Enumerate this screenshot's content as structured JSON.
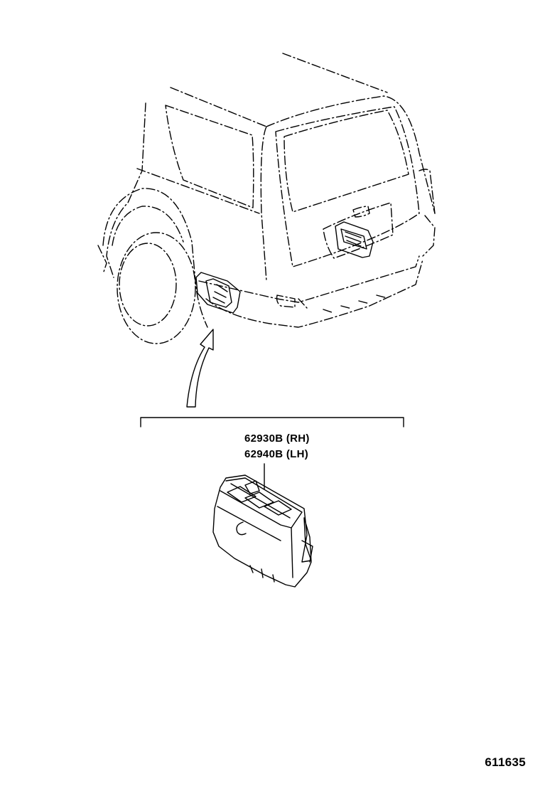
{
  "parts": [
    {
      "number": "62930B",
      "side": "(RH)"
    },
    {
      "number": "62940B",
      "side": "(LH)"
    }
  ],
  "figure_number": "611635"
}
